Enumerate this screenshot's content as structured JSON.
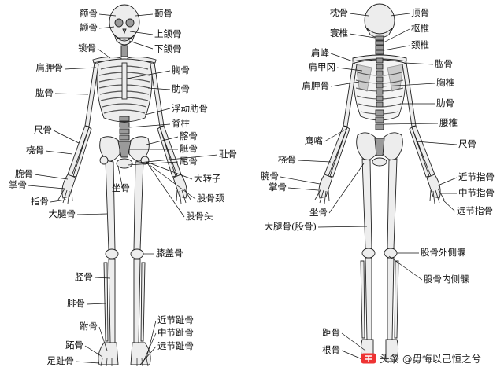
{
  "front_labels": {
    "e": "额骨",
    "zy": "颧骨",
    "sq": "颞骨",
    "mx": "上颌骨",
    "md": "下颌骨",
    "cl": "锁骨",
    "sc": "肩胛骨",
    "st": "胸骨",
    "rb": "肋骨",
    "hu": "肱骨",
    "fr": "浮动肋骨",
    "sp": "脊柱",
    "ul": "尺骨",
    "il": "髂骨",
    "sa": "骶骨",
    "pu": "耻骨",
    "ra": "桡骨",
    "co": "尾骨",
    "ca": "腕骨",
    "tr": "大转子",
    "mc": "掌骨",
    "is": "坐骨",
    "fn": "股骨颈",
    "ph": "指骨",
    "fh": "股骨头",
    "fe": "大腿骨",
    "pa": "膝盖骨",
    "ti": "胫骨",
    "fi": "腓骨",
    "mt": "跗骨",
    "pp": "近节趾骨",
    "mp": "中节趾骨",
    "dp": "远节趾骨",
    "ts": "跖骨",
    "ft": "足趾骨"
  },
  "back_labels": {
    "oc": "枕骨",
    "pt": "顶骨",
    "cv": "寰椎",
    "ax": "枢椎",
    "nv": "颈椎",
    "ac": "肩峰",
    "sg": "肩甲冈",
    "sb": "肩胛骨",
    "hb": "肱骨",
    "tv": "胸椎",
    "rb": "肋骨",
    "lv": "腰椎",
    "ol": "鹰嘴",
    "ul": "尺骨",
    "ra": "桡骨",
    "ca": "腕骨",
    "pp": "近节指骨",
    "mc": "掌骨",
    "mp": "中节指骨",
    "is": "坐骨",
    "dp": "远节指骨",
    "fe": "大腿骨(股骨)",
    "lc": "股骨外侧髁",
    "mcd": "股骨内侧髁",
    "ta": "距骨",
    "cb": "根骨"
  },
  "watermark": {
    "text": "头条 @毋悔以己恒之兮"
  }
}
